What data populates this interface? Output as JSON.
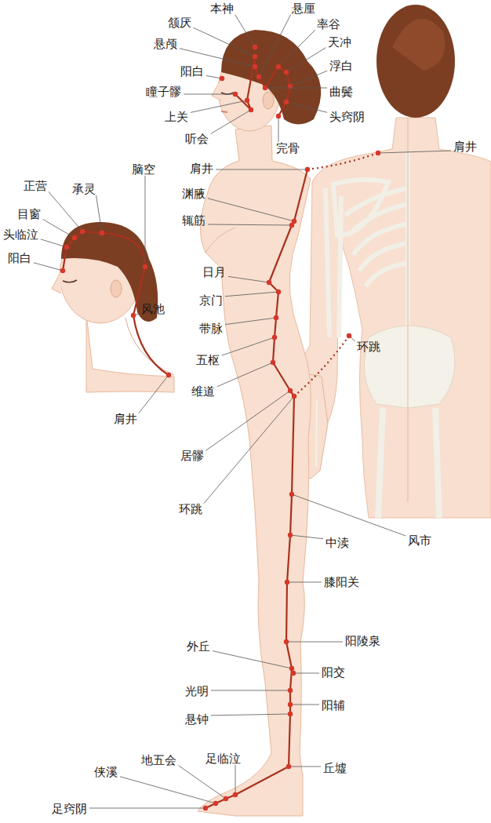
{
  "diagram": {
    "labels": [
      "本神",
      "悬厘",
      "颔厌",
      "率谷",
      "悬颅",
      "天冲",
      "阳白",
      "浮白",
      "瞳子髎",
      "曲鬓",
      "上关",
      "头窍阴",
      "听会",
      "完骨",
      "肩井",
      "肩井",
      "渊腋",
      "辄筋",
      "正营",
      "承灵",
      "脑空",
      "目窗",
      "头临泣",
      "阳白",
      "日月",
      "京门",
      "带脉",
      "五枢",
      "维道",
      "环跳",
      "风池",
      "肩井",
      "居髎",
      "环跳",
      "中渎",
      "风市",
      "膝阳关",
      "阳陵泉",
      "外丘",
      "阳交",
      "光明",
      "阳辅",
      "悬钟",
      "足临泣",
      "丘墟",
      "地五会",
      "侠溪",
      "足窍阴"
    ]
  }
}
